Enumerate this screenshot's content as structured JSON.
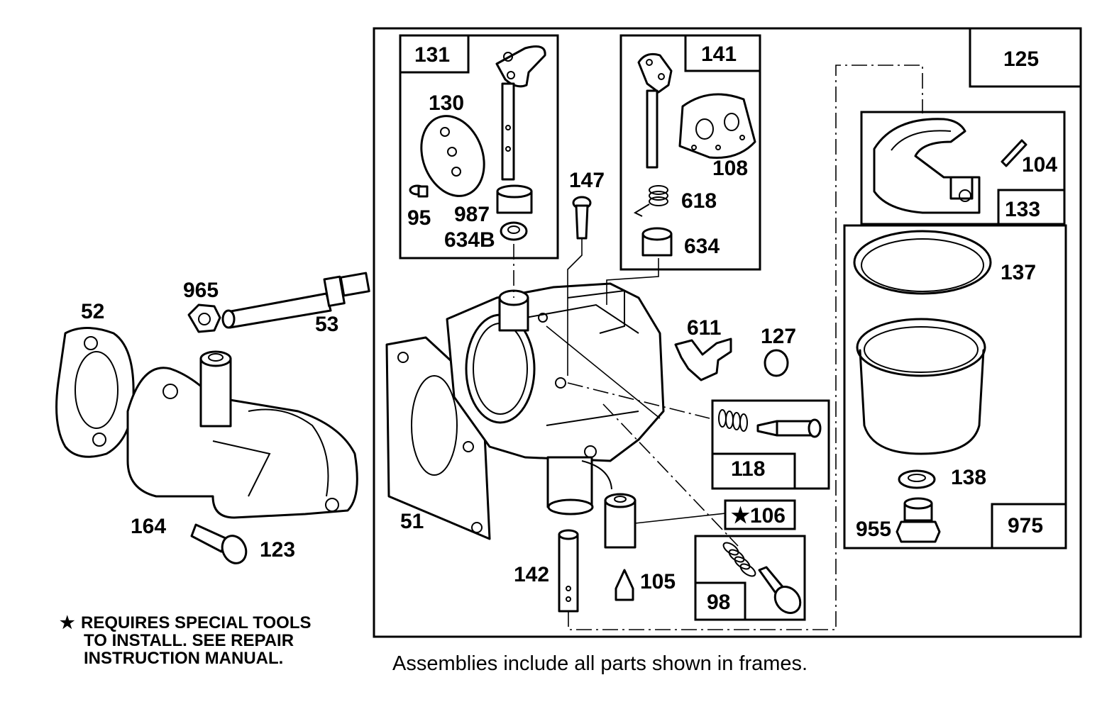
{
  "parts": {
    "p52": "52",
    "p53": "53",
    "p965": "965",
    "p164": "164",
    "p123": "123",
    "p51": "51",
    "p131": "131",
    "p130": "130",
    "p95": "95",
    "p987": "987",
    "p634B": "634B",
    "p147": "147",
    "p141": "141",
    "p108": "108",
    "p618": "618",
    "p634": "634",
    "p611": "611",
    "p127": "127",
    "p118": "118",
    "p106": "★106",
    "p105": "105",
    "p142": "142",
    "p98": "98",
    "p125": "125",
    "p104": "104",
    "p133": "133",
    "p137": "137",
    "p138": "138",
    "p955": "955",
    "p975": "975"
  },
  "note": {
    "star": "★",
    "line1": "REQUIRES SPECIAL TOOLS",
    "line2": "TO INSTALL.  SEE REPAIR",
    "line3": "INSTRUCTION MANUAL."
  },
  "caption": "Assemblies include all parts shown in frames."
}
